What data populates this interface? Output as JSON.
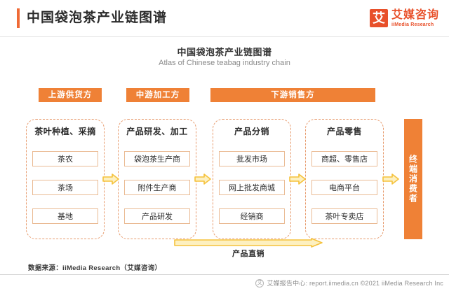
{
  "header": {
    "title": "中国袋泡茶产业链图谱",
    "logo": {
      "mark": "艾",
      "cn": "艾媒咨询",
      "en": "iiMedia Research"
    }
  },
  "chart": {
    "title": "中国袋泡茶产业链图谱",
    "subtitle": "Atlas of Chinese teabag industry chain",
    "banners": [
      {
        "label": "上游供货方"
      },
      {
        "label": "中游加工方"
      },
      {
        "label": "下游销售方"
      }
    ],
    "groups": [
      {
        "title": "茶叶种植、采摘",
        "items": [
          "茶农",
          "茶场",
          "基地"
        ]
      },
      {
        "title": "产品研发、加工",
        "items": [
          "袋泡茶生产商",
          "附件生产商",
          "产品研发"
        ]
      },
      {
        "title": "产品分销",
        "items": [
          "批发市场",
          "网上批发商城",
          "经销商"
        ]
      },
      {
        "title": "产品零售",
        "items": [
          "商超、零售店",
          "电商平台",
          "茶叶专卖店"
        ]
      }
    ],
    "consumer": "终端消费者",
    "direct_sales_label": "产品直销",
    "colors": {
      "banner": "#ef8136",
      "accent": "#ef6a36",
      "arrow": "#f5c23c",
      "dashed_border": "#e79a6c",
      "item_border": "#eabb94"
    }
  },
  "footer": {
    "source": "数据来源：iiMedia Research（艾媒咨询）",
    "bottom": "艾媒报告中心: report.iimedia.cn  ©2021  iiMedia Research Inc"
  }
}
